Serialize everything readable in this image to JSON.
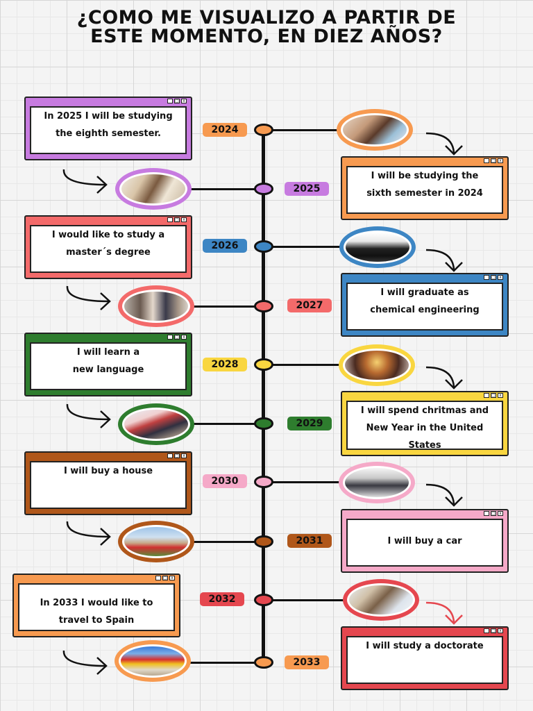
{
  "title_line1": "¿COMO ME VISUALIZO A PARTIR DE",
  "title_line2": "ESTE MOMENTO, EN DIEZ AÑOS?",
  "years": [
    "2024",
    "2025",
    "2026",
    "2027",
    "2028",
    "2029",
    "2030",
    "2031",
    "2032",
    "2033"
  ],
  "colors": {
    "orange": "#f79a50",
    "purple": "#c77be0",
    "blue": "#3d86c4",
    "red": "#f36a6a",
    "yellow": "#f9d640",
    "green": "#2e7d2e",
    "pink": "#f5a9c8",
    "brown": "#b0571a",
    "crimson": "#e5474f"
  },
  "cards": {
    "c2025": "In  2025 I will be studying the eighth semester.",
    "c2024": "I will be studying the sixth semester in 2024",
    "c2026": "I would like to study a master´s degree",
    "c2027": "I will graduate as chemical engineering",
    "c2028": "I will learn a new language",
    "c2029": "I will  spend chritmas and New Year in the United States",
    "c2030": "I will buy a house",
    "c2031": "I will buy a car",
    "c2032": "In 2033 I would like to travel to Spain",
    "c2033": "I will study a doctorate"
  },
  "photos": {
    "p2024": "students-with-laptop-photo",
    "p2025": "students-studying-photo",
    "p2026": "graduates-photo",
    "p2027": "family-photo",
    "p2028": "christmas-tree-photo",
    "p2029": "english-class-photo",
    "p2030": "car-buyers-photo",
    "p2031": "house-for-sale-photo",
    "p2032": "woman-with-laptop-photo",
    "p2033": "spain-flag-photo"
  }
}
